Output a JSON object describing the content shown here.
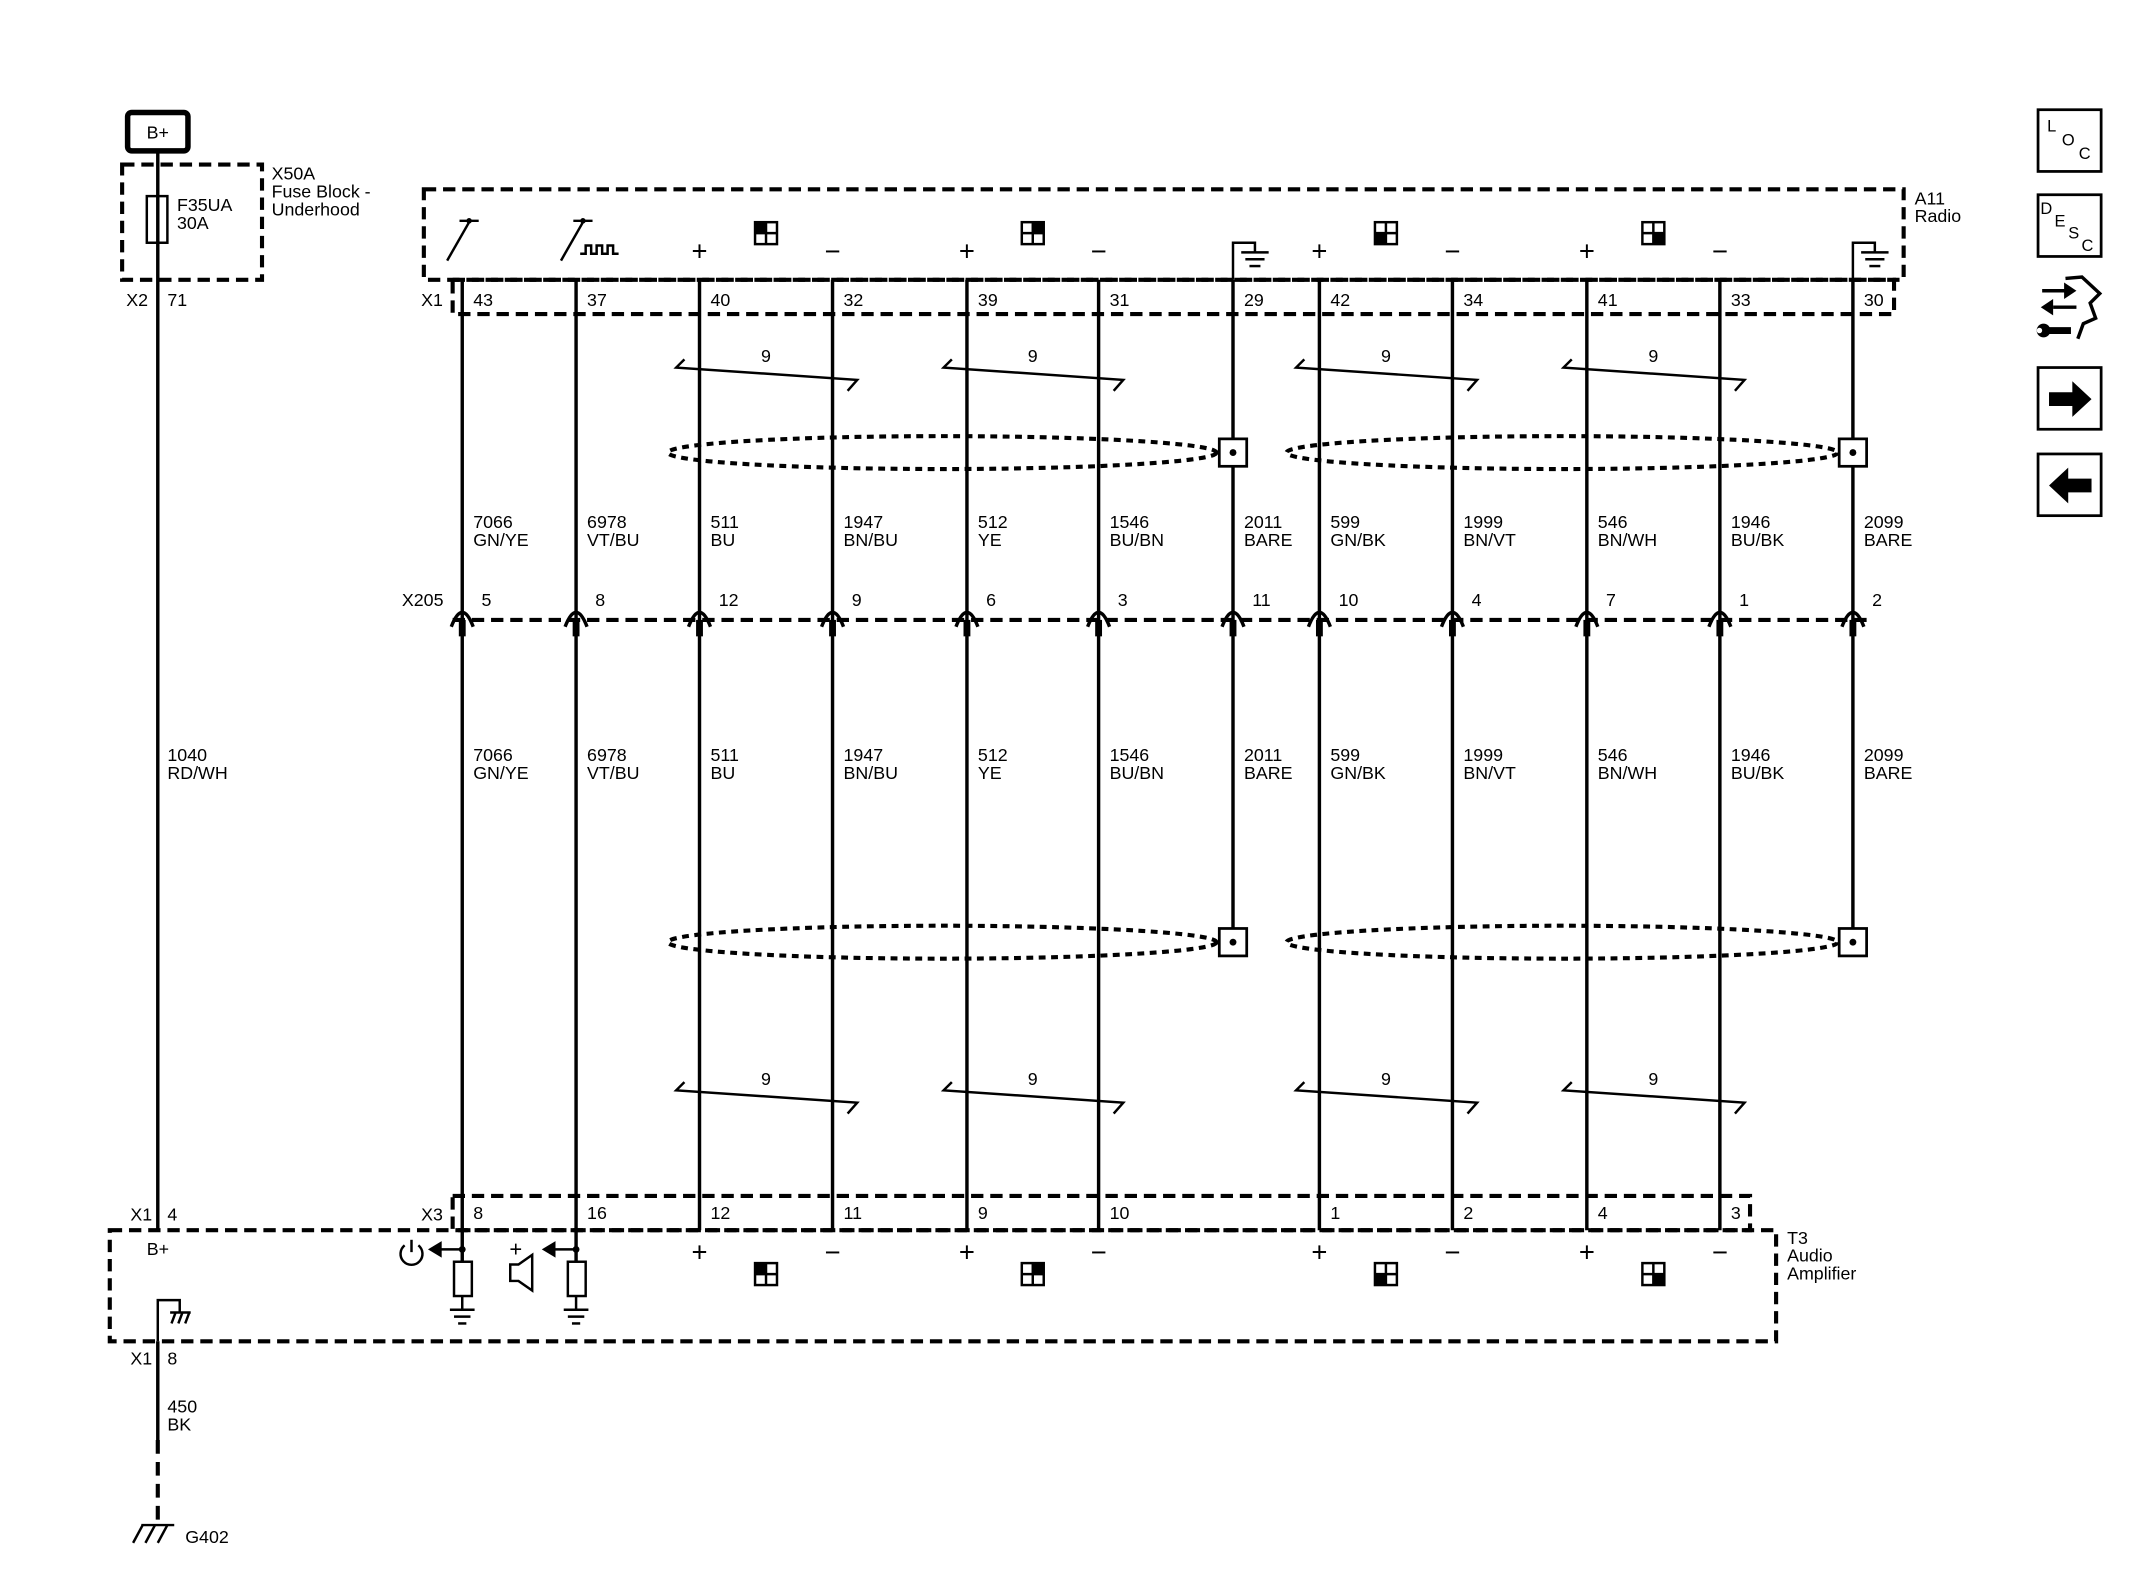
{
  "power": {
    "label": "B+"
  },
  "fuse_block": {
    "name": "X50A",
    "desc_line1": "Fuse Block -",
    "desc_line2": "Underhood",
    "fuse": "F35UA",
    "rating": "30A",
    "connector": "X2",
    "pin": "71"
  },
  "feed_wire": {
    "circuit": "1040",
    "color": "RD/WH"
  },
  "radio": {
    "name": "A11",
    "desc": "Radio",
    "connector": "X1"
  },
  "inline_connector": {
    "name": "X205"
  },
  "wires": [
    {
      "radio_pin": "43",
      "circuit": "7066",
      "color": "GN/YE",
      "x205_pin": "5",
      "amp_pin": "8"
    },
    {
      "radio_pin": "37",
      "circuit": "6978",
      "color": "VT/BU",
      "x205_pin": "8",
      "amp_pin": "16"
    },
    {
      "radio_pin": "40",
      "circuit": "511",
      "color": "BU",
      "x205_pin": "12",
      "amp_pin": "12",
      "polarity": "+"
    },
    {
      "radio_pin": "32",
      "circuit": "1947",
      "color": "BN/BU",
      "x205_pin": "9",
      "amp_pin": "11",
      "polarity": "−"
    },
    {
      "radio_pin": "39",
      "circuit": "512",
      "color": "YE",
      "x205_pin": "6",
      "amp_pin": "9",
      "polarity": "+"
    },
    {
      "radio_pin": "31",
      "circuit": "1546",
      "color": "BU/BN",
      "x205_pin": "3",
      "amp_pin": "10",
      "polarity": "−"
    },
    {
      "radio_pin": "29",
      "circuit": "2011",
      "color": "BARE",
      "x205_pin": "11"
    },
    {
      "radio_pin": "42",
      "circuit": "599",
      "color": "GN/BK",
      "x205_pin": "10",
      "amp_pin": "1",
      "polarity": "+"
    },
    {
      "radio_pin": "34",
      "circuit": "1999",
      "color": "BN/VT",
      "x205_pin": "4",
      "amp_pin": "2",
      "polarity": "−"
    },
    {
      "radio_pin": "41",
      "circuit": "546",
      "color": "BN/WH",
      "x205_pin": "7",
      "amp_pin": "4",
      "polarity": "+"
    },
    {
      "radio_pin": "33",
      "circuit": "1946",
      "color": "BU/BK",
      "x205_pin": "1",
      "amp_pin": "3",
      "polarity": "−"
    },
    {
      "radio_pin": "30",
      "circuit": "2099",
      "color": "BARE",
      "x205_pin": "2"
    }
  ],
  "pairs": [
    {
      "twist": "9",
      "icon": "quadrant-top-left-icon"
    },
    {
      "twist": "9",
      "icon": "quadrant-top-right-icon"
    },
    {
      "twist": "9",
      "icon": "quadrant-bottom-left-icon"
    },
    {
      "twist": "9",
      "icon": "quadrant-bottom-right-icon"
    }
  ],
  "amplifier": {
    "name": "T3",
    "desc_line1": "Audio",
    "desc_line2": "Amplifier",
    "power_connector": "X1",
    "power_pin": "4",
    "power_label": "B+",
    "signal_connector": "X3",
    "ground_connector": "X1",
    "ground_pin": "8",
    "speaker_plus": "+",
    "power_icon": "power-icon",
    "speaker_icon": "speaker-icon"
  },
  "ground_wire": {
    "circuit": "450",
    "color": "BK"
  },
  "ground": {
    "name": "G402",
    "icon": "chassis-ground-icon"
  },
  "nav": {
    "loc": {
      "letters": [
        "L",
        "O",
        "C"
      ]
    },
    "desc": {
      "letters": [
        "D",
        "E",
        "S",
        "C"
      ]
    },
    "component_icon": "connector-repair-icon",
    "next_icon": "arrow-right-icon",
    "prev_icon": "arrow-left-icon"
  }
}
